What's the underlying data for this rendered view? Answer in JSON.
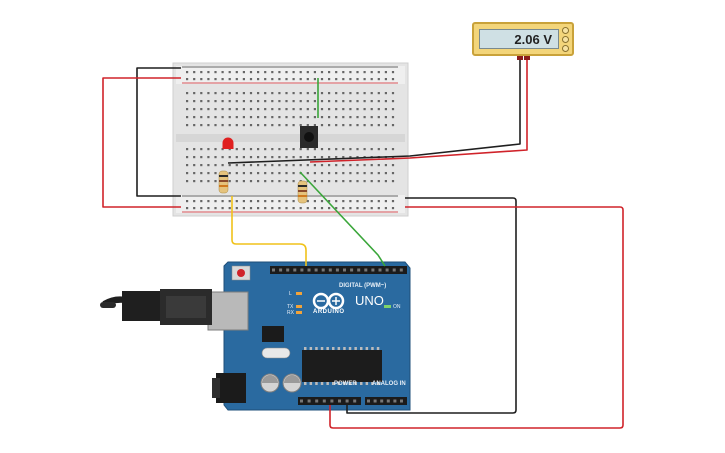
{
  "multimeter": {
    "reading": "2.06 V"
  },
  "arduino": {
    "brand_text": "ARDUINO",
    "model_text": "UNO",
    "digital_header": "DIGITAL (PWM~)",
    "power_header": "POWER",
    "analog_header": "ANALOG IN",
    "on_label": "ON",
    "l_label": "L",
    "tx_label": "TX",
    "rx_label": "RX"
  },
  "wires": {
    "black": "#1f1f1f",
    "red": "#d0232a",
    "green": "#3aa63a",
    "yellow": "#f0c21a"
  },
  "colors": {
    "board_blue": "#2a6aa0",
    "breadboard": "#e9e9e9",
    "led_red": "#e02020",
    "multimeter_yellow": "#f3d57a"
  }
}
